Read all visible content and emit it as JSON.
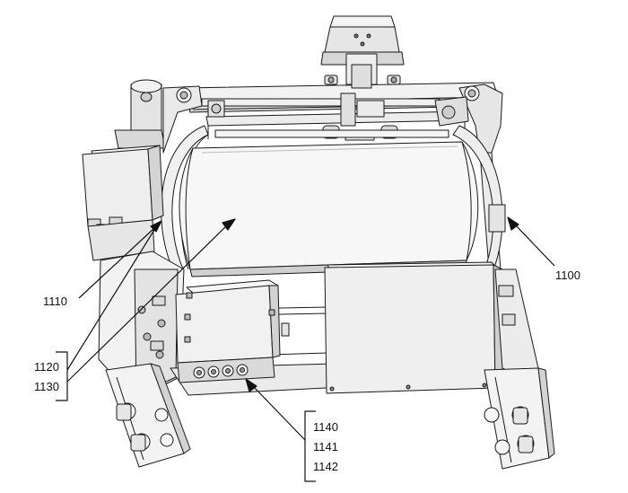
{
  "figure": {
    "reference_numerals": {
      "n1100": "1100",
      "n1110": "1110",
      "n1120": "1120",
      "n1130": "1130",
      "n1140": "1140",
      "n1141": "1141",
      "n1142": "1142"
    },
    "colors": {
      "line": "#1a1a1a",
      "face_light": "#f4f4f4",
      "face_mid": "#e4e4e4",
      "face_dark": "#cfcfcf",
      "background": "#ffffff"
    }
  }
}
